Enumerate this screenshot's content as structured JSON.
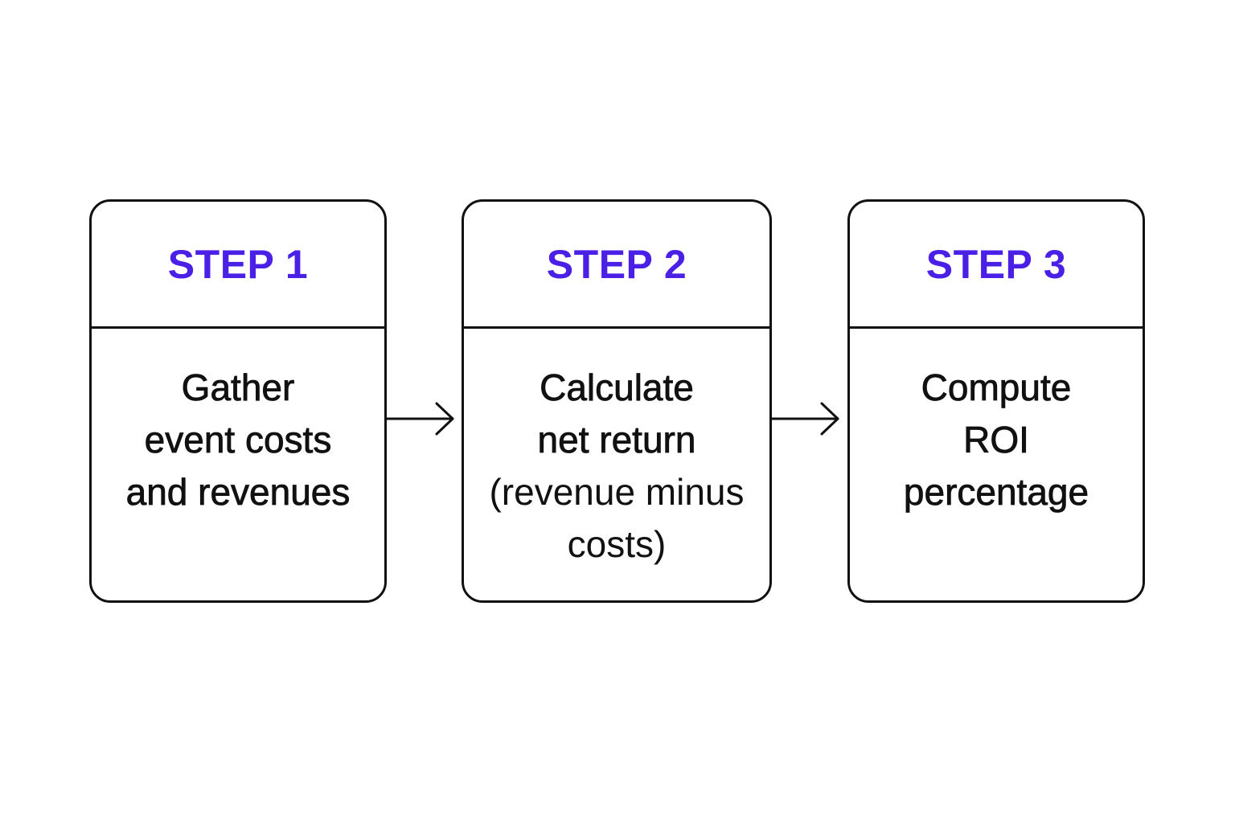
{
  "steps": [
    {
      "title": "STEP 1",
      "lines": [
        "Gather",
        "event costs",
        "and revenues"
      ]
    },
    {
      "title": "STEP 2",
      "lines": [
        "Calculate",
        "net return"
      ],
      "note_lines": [
        "(revenue minus",
        "costs)"
      ]
    },
    {
      "title": "STEP 3",
      "lines": [
        "Compute",
        "ROI",
        "percentage"
      ]
    }
  ],
  "colors": {
    "accent": "#4a1fe6",
    "stroke": "#111111",
    "background": "#ffffff"
  },
  "icons": [
    "arrow-right-icon",
    "arrow-right-icon"
  ]
}
